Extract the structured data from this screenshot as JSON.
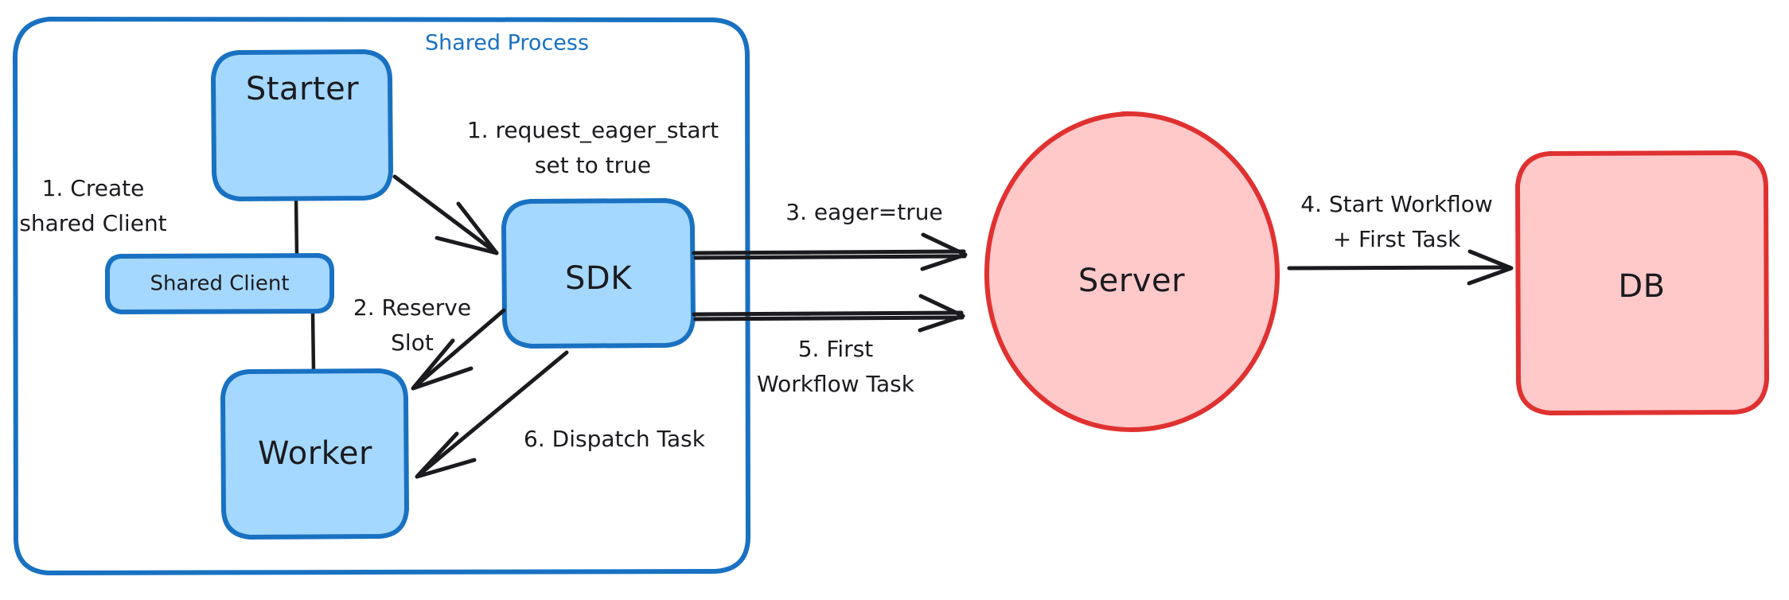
{
  "diagram": {
    "title": "Eager Workflow Start sequence diagram",
    "colors": {
      "blue_stroke": "#1971c2",
      "blue_fill": "#a5d8ff",
      "red_stroke": "#e03131",
      "red_fill": "#ffc9c9",
      "ink": "#1b1b1f",
      "background": "#ffffff"
    },
    "group": {
      "label": "Shared Process"
    },
    "nodes": {
      "starter": "Starter",
      "shared_client": "Shared Client",
      "worker": "Worker",
      "sdk": "SDK",
      "server": "Server",
      "db": "DB"
    },
    "edge_labels": {
      "create_shared_client": [
        "1. Create",
        "shared Client"
      ],
      "request_eager_start": [
        "1. request_eager_start",
        "set to true"
      ],
      "reserve_slot": [
        "2. Reserve",
        "Slot"
      ],
      "eager_true": [
        "3. eager=true"
      ],
      "start_workflow_first_task": [
        "4. Start Workflow",
        "+ First Task"
      ],
      "first_workflow_task": [
        "5. First",
        "Workflow Task"
      ],
      "dispatch_task": [
        "6. Dispatch Task"
      ]
    }
  }
}
